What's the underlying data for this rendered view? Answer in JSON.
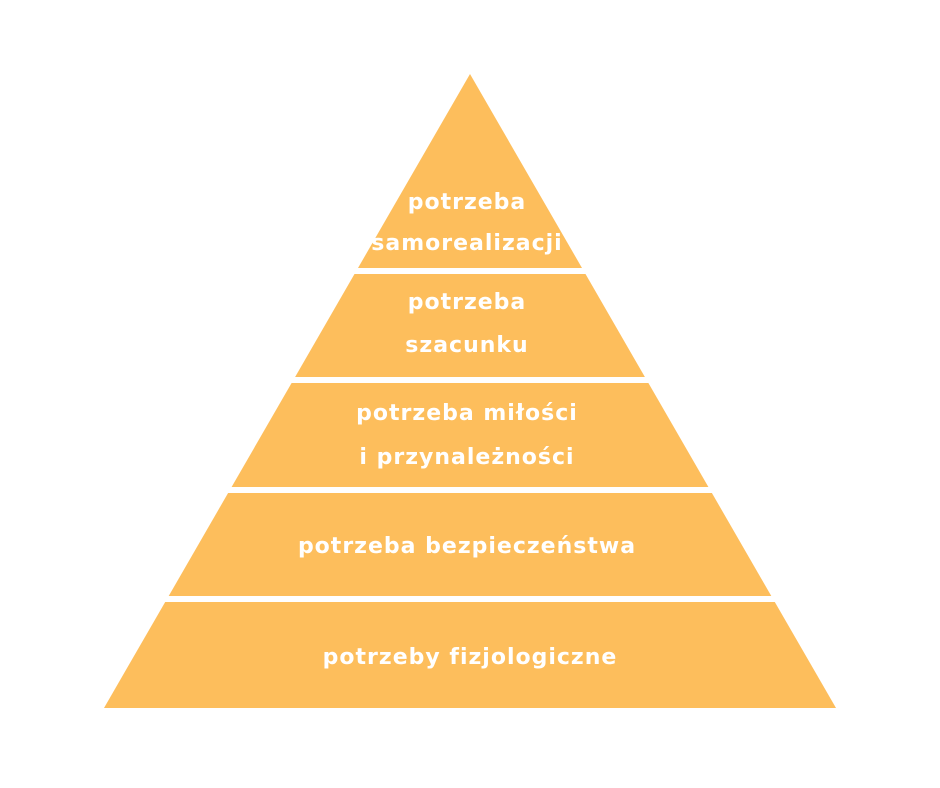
{
  "diagram": {
    "type": "pyramid",
    "fill_color": "#FDBE5C",
    "text_color": "#FFFFFF",
    "tiers": [
      {
        "lines": [
          "potrzeba",
          "samorealizacji"
        ]
      },
      {
        "lines": [
          "potrzeba",
          "szacunku"
        ]
      },
      {
        "lines": [
          "potrzeba miłości",
          "i przynależności"
        ]
      },
      {
        "lines": [
          "potrzeba bezpieczeństwa"
        ]
      },
      {
        "lines": [
          "potrzeby fizjologiczne"
        ]
      }
    ]
  }
}
